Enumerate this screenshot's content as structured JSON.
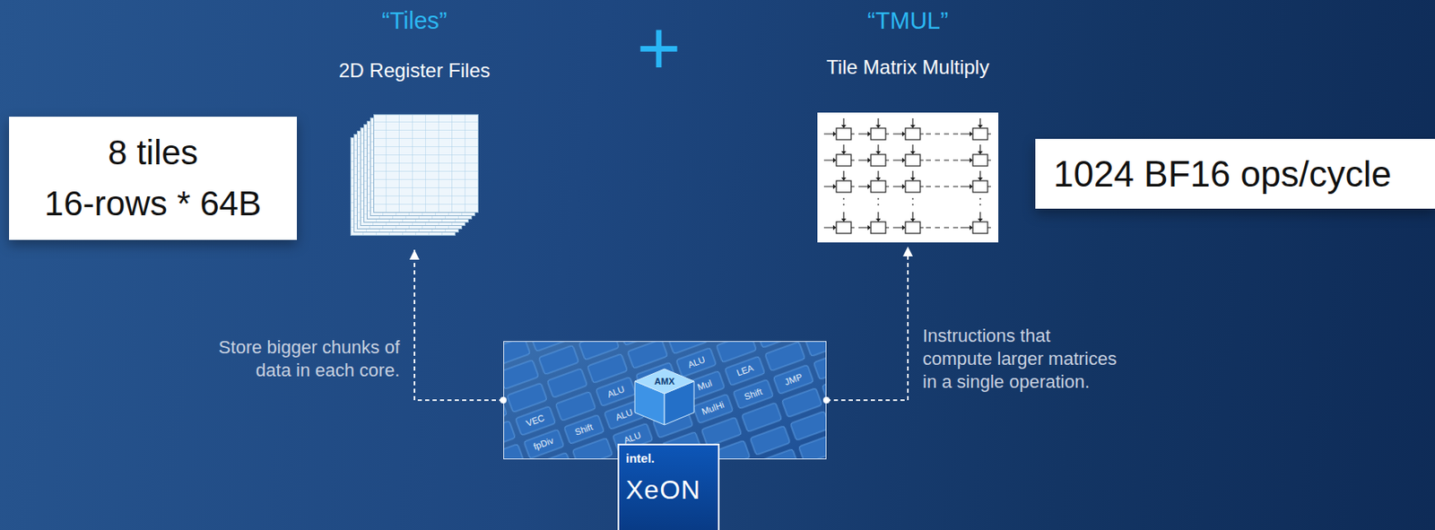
{
  "diagram": {
    "nodes": [
      {
        "text": [
          "“Tiles”",
          "2D Register Files"
        ]
      },
      {
        "text": [
          "“TMUL”",
          "Tile Matrix Multiply"
        ]
      },
      {
        "text": [
          "8 tiles",
          "16-rows * 64B"
        ]
      },
      {
        "text": [
          "1024 BF16 ops/cycle"
        ]
      },
      {
        "text": [
          "AMX"
        ]
      },
      {
        "text": [
          "intel.",
          "XeON"
        ]
      }
    ],
    "edges": [
      {
        "from": 4,
        "to": 0,
        "arrow": "to",
        "label": "Store bigger chunks of data in each core."
      },
      {
        "from": 4,
        "to": 1,
        "arrow": "to",
        "label": "Instructions that compute larger matrices in a single operation."
      }
    ],
    "labels": [
      "+",
      "VEC",
      "ALU",
      "ALU",
      "Shift",
      "ALU",
      "Mul",
      "LEA",
      "ALU",
      "MulHi",
      "Shift",
      "JMP",
      "fpDiv"
    ]
  }
}
